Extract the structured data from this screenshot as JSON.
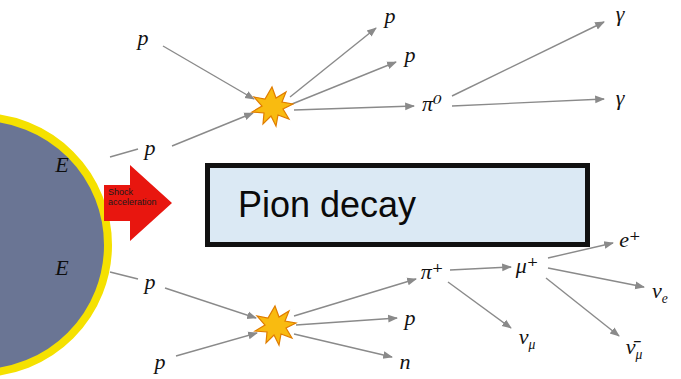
{
  "diagram": {
    "nodes": [
      {
        "text": [
          "E",
          "E"
        ]
      },
      {
        "text": [
          "Shock acceleration"
        ]
      },
      {
        "text": [
          "Pion decay"
        ]
      }
    ],
    "labels": [
      "p",
      "p",
      "γ",
      "p",
      "π⁰",
      "γ",
      "p",
      "e⁺",
      "μ⁺",
      "π⁺",
      "νe",
      "p",
      "p",
      "νμ",
      "ν̄μ",
      "p",
      "n"
    ]
  }
}
